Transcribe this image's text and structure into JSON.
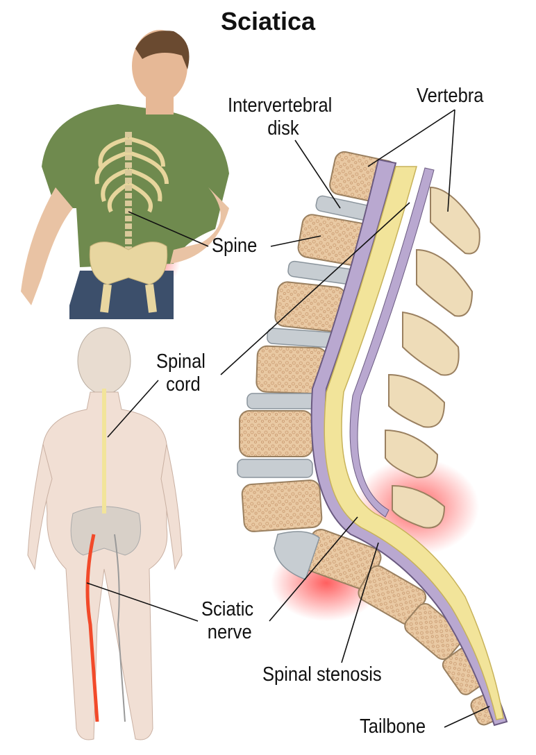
{
  "title": "Sciatica",
  "labels": {
    "intervertebral_disk": [
      "Intervertebral",
      "disk"
    ],
    "vertebra": "Vertebra",
    "spine": "Spine",
    "spinal_cord": [
      "Spinal",
      "cord"
    ],
    "sciatic_nerve": [
      "Sciatic",
      "nerve"
    ],
    "spinal_stenosis": "Spinal stenosis",
    "tailbone": "Tailbone"
  },
  "colors": {
    "bone": "#eedcb8",
    "disk": "#c7cdd2",
    "nerve": "#f2e49a",
    "shirt": "#6f8a4e",
    "pain": "#ff3030",
    "canal": "#b9a8d0"
  }
}
